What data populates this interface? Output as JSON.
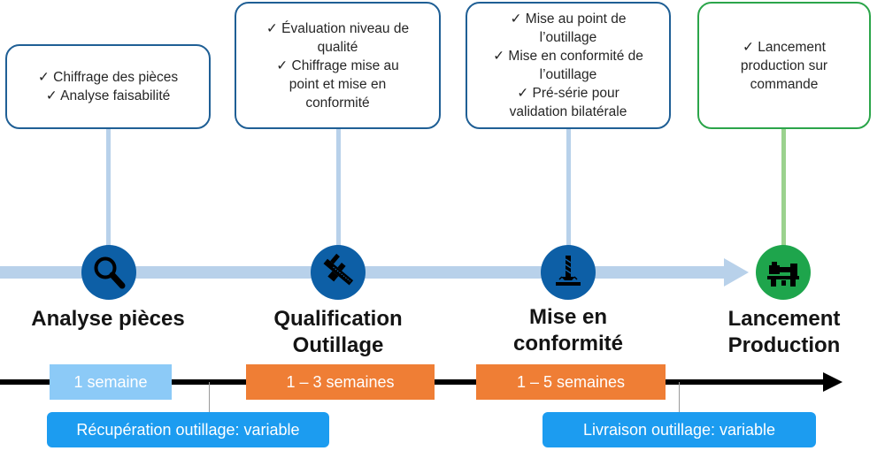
{
  "phases": [
    {
      "title_1": "Analyse pièces",
      "title_2": "",
      "items": [
        "✓    Chiffrage des pièces",
        "✓    Analyse faisabilité"
      ],
      "icon": "magnifier-icon",
      "duration": "1 semaine",
      "duration_color": "#8ccaf7"
    },
    {
      "title_1": "Qualification",
      "title_2": "Outillage",
      "items": [
        "✓ Évaluation niveau de",
        "qualité",
        "✓ Chiffrage mise au",
        "point et mise en",
        "conformité"
      ],
      "icon": "caliper-icon",
      "duration": "1 – 3 semaines",
      "duration_color": "#ef7e35"
    },
    {
      "title_1": "Mise en",
      "title_2": "conformité",
      "items": [
        "✓ Mise au point de",
        "l’outillage",
        "✓ Mise en conformité de",
        "l’outillage",
        "✓ Pré-série pour",
        "validation bilatérale"
      ],
      "icon": "drill-icon",
      "duration": "1 – 5 semaines",
      "duration_color": "#ef7e35"
    },
    {
      "title_1": "Lancement",
      "title_2": "Production",
      "items": [
        "✓ Lancement",
        "production sur",
        "commande"
      ],
      "icon": "machine-icon",
      "duration": "",
      "duration_color": ""
    }
  ],
  "tooling": {
    "recovery": "Récupération outillage: variable",
    "delivery": "Livraison outillage: variable"
  },
  "colors": {
    "card_border": "#1f5f95",
    "card_border_final": "#2ba54a",
    "node": "#0d5fa6",
    "node_final": "#1ea54c",
    "process_arrow": "#b8d1ea",
    "timeline": "#000000",
    "tooling_pill": "#1c9cf0"
  }
}
